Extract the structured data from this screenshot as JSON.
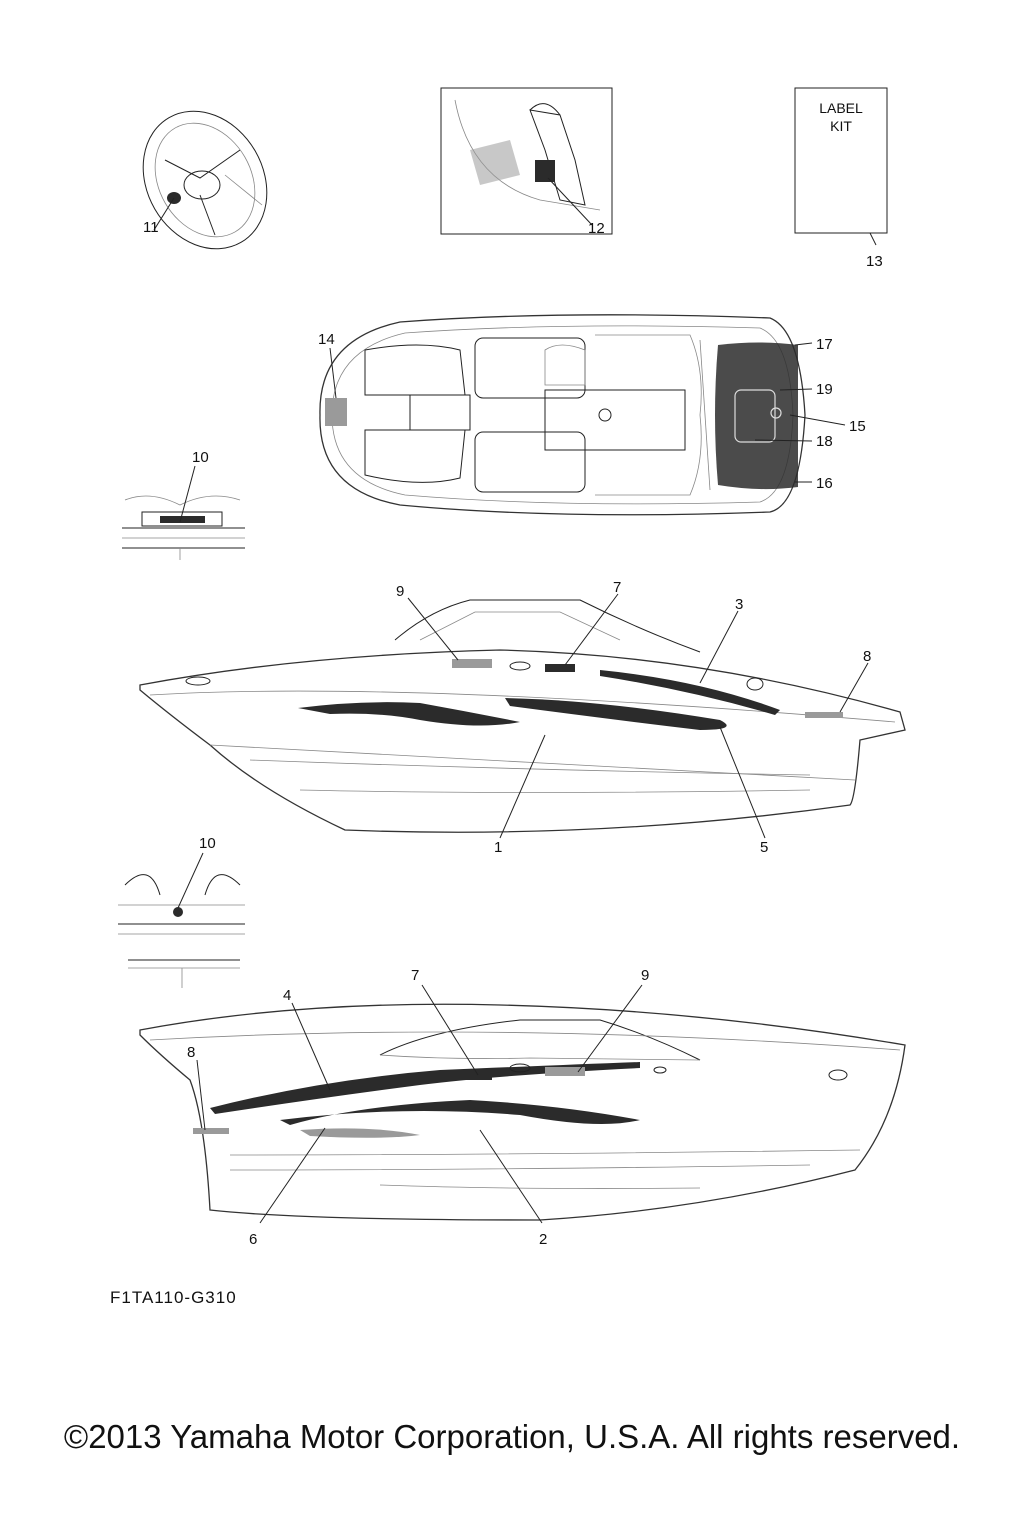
{
  "callouts": {
    "c1": "1",
    "c2": "2",
    "c3": "3",
    "c4": "4",
    "c5": "5",
    "c6": "6",
    "c7a": "7",
    "c7b": "7",
    "c8a": "8",
    "c8b": "8",
    "c9a": "9",
    "c9b": "9",
    "c10a": "10",
    "c10b": "10",
    "c11": "11",
    "c12": "12",
    "c13": "13",
    "c14": "14",
    "c15": "15",
    "c16": "16",
    "c17": "17",
    "c18": "18",
    "c19": "19"
  },
  "label_kit": {
    "line1": "LABEL",
    "line2": "KIT"
  },
  "part_code": "F1TA110-G310",
  "copyright": "©2013 Yamaha Motor Corporation, U.S.A. All rights reserved."
}
